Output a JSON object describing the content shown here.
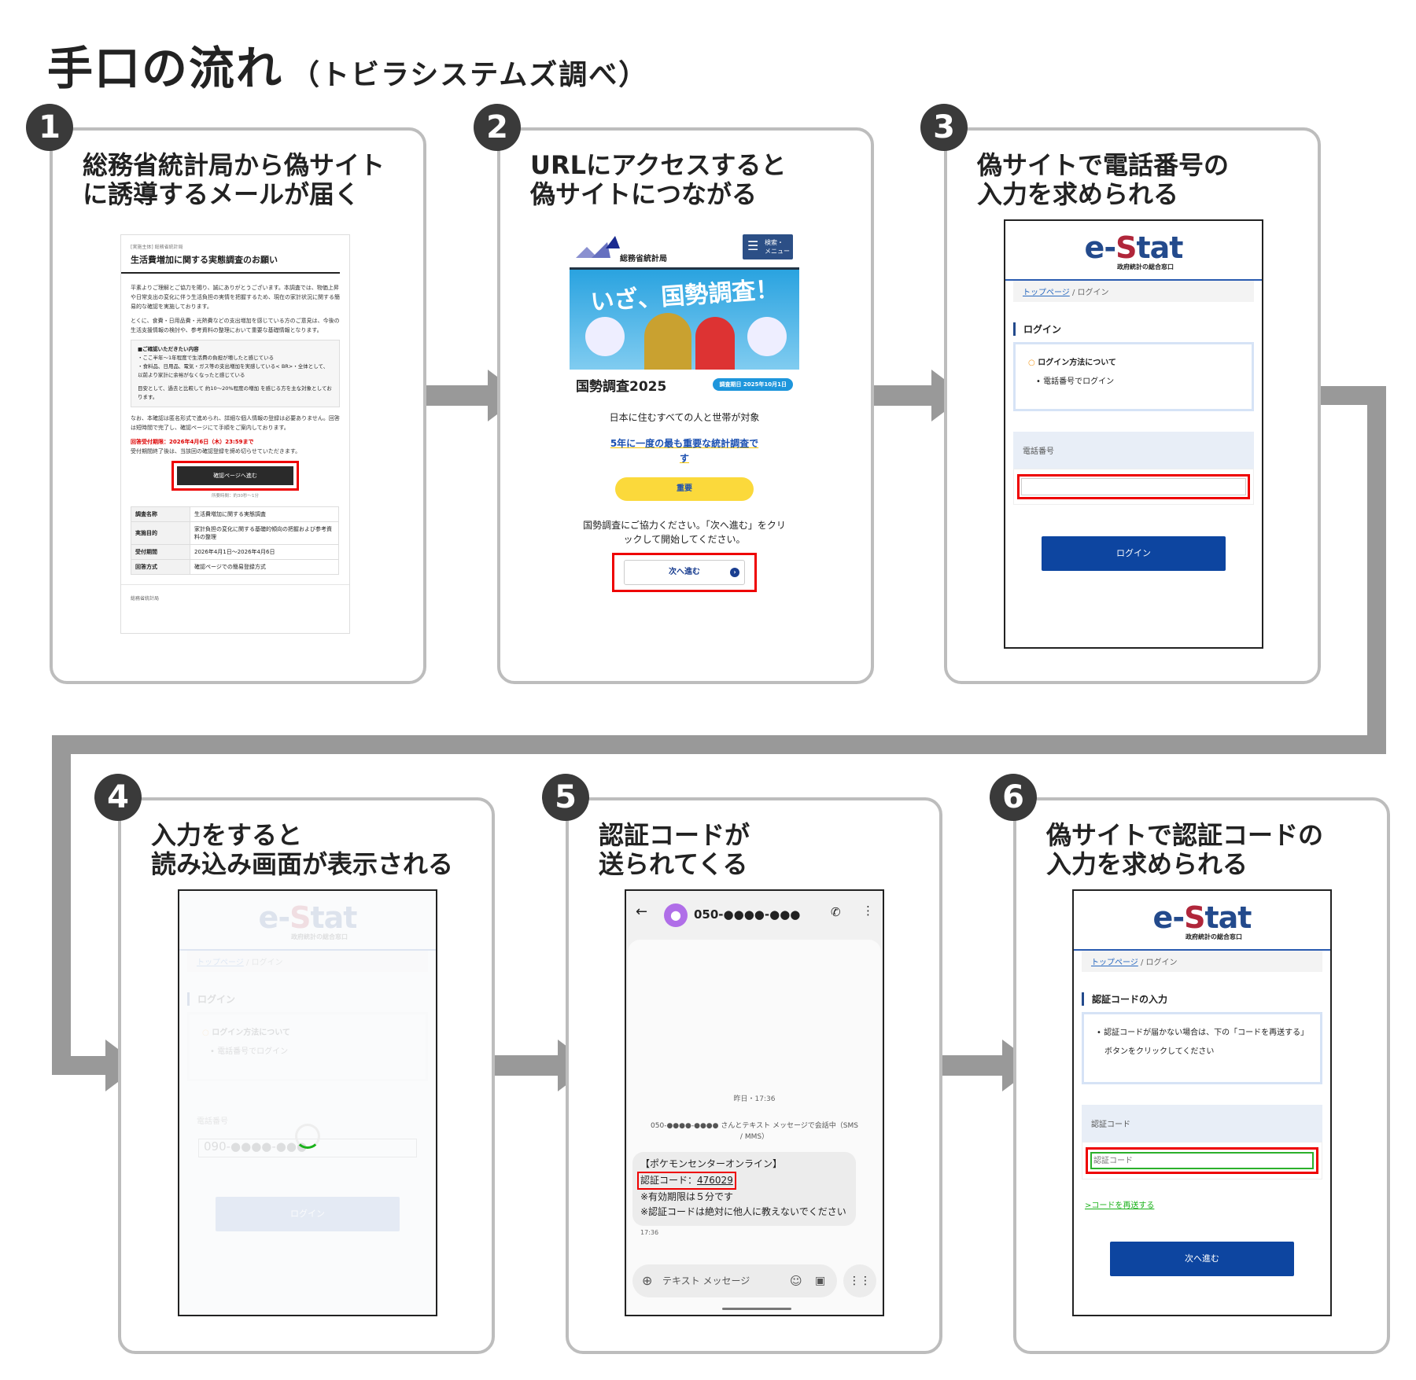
{
  "title": {
    "main": "手口の流れ",
    "sub": "（トビラシステムズ調べ）"
  },
  "colors": {
    "arrow": "#999999",
    "highlight": "#e00000",
    "estat_blue": "#0d45a0",
    "panel_border": "#bdbdbd"
  },
  "panels": [
    {
      "num": "1",
      "title": "総務省統計局から偽サイト\nに誘導するメールが届く"
    },
    {
      "num": "2",
      "title": "URLにアクセスすると\n偽サイトにつながる"
    },
    {
      "num": "3",
      "title": "偽サイトで電話番号の\n入力を求められる"
    },
    {
      "num": "4",
      "title": "入力をすると\n読み込み画面が表示される"
    },
    {
      "num": "5",
      "title": "認証コードが\n送られてくる"
    },
    {
      "num": "6",
      "title": "偽サイトで認証コードの\n入力を求められる"
    }
  ],
  "email": {
    "sender": "[実施主体] 総務省統計局",
    "subject": "生活費増加に関する実態調査のお願い",
    "p1": "平素よりご理解とご協力を賜り、誠にありがとうございます。本調査では、物価上昇や日常支出の変化に伴う生活負担の実情を把握するため、現在の家計状況に関する簡易的な確認を実施しております。",
    "p2": "とくに、食費・日用品費・光熱費などの支出増加を感じている方のご意見は、今後の生活支援情報の検討や、参考資料の整理において重要な基礎情報となります。",
    "box_title": "■ご確認いただきたい内容",
    "box_1": "・ここ半年〜1年程度で生活費の負担が増したと感じている",
    "box_2": "・食料品、日用品、電気・ガス等の支出増加を実感している< BR>・全体として、以前より家計に余裕がなくなったと感じている",
    "box_3": "目安として、過去と比較して 約10〜20%程度の増加 を感じる方を主な対象としております。",
    "p3": "なお、本確認は匿名形式で進められ、詳細な個人情報の登録は必要ありません。回答は短時間で完了し、確認ページにて手順をご案内しております。",
    "deadline": "回答受付期限：2026年4月6日（木）23:59まで",
    "p4": "受付期間終了後は、当該回の確認登録を締め切らせていただきます。",
    "button": "確認ページへ進む",
    "duration": "所要時間：約30秒〜1分",
    "table": [
      [
        "調査名称",
        "生活費増加に関する実態調査"
      ],
      [
        "実施目的",
        "家計負担の変化に関する基礎的傾向の把握および参考資料の整理"
      ],
      [
        "受付期間",
        "2026年4月1日〜2026年4月6日"
      ],
      [
        "回答方式",
        "確認ページでの簡易登録方式"
      ]
    ],
    "footer": "総務省統計局"
  },
  "site": {
    "org": "総務省統計局",
    "menu": "検索・\nメニュー",
    "banner_headline": "いざ、国勢調査！",
    "banner_logo": "国勢調査2025",
    "banner_date": "調査期日 2025年10月1日",
    "text1": "日本に住むすべての人と世帯が対象",
    "text2": "5年に一度の最も重要な統計調査です",
    "badge": "重要",
    "text3": "国勢調査にご協力ください。「次へ進む」をクリックして開始してください。",
    "next": "次へ進む"
  },
  "estat": {
    "logo_e": "e-",
    "logo_s": "S",
    "logo_tat": "tat",
    "logo_sub": "政府統計の総合窓口",
    "crumb_link": "トップページ",
    "crumb_sep": " / ",
    "crumb_current": "ログイン"
  },
  "login": {
    "heading": "ログイン",
    "info_title": "ログイン方法について",
    "info_item": "電話番号でログイン",
    "field_label": "電話番号",
    "field_value": "",
    "button": "ログイン"
  },
  "loading": {
    "field_value": "090-●●●●-●●●"
  },
  "sms": {
    "contact": "050-●●●●-●●●",
    "date": "昨日・17:36",
    "notice": "050-●●●●-●●●● さんとテキスト メッセージで会話中（SMS / MMS）",
    "line1": "【ポケモンセンターオンライン】",
    "code_label": "認証コード：",
    "code": "476029",
    "line3": "※有効期限は５分です",
    "line4": "※認証コードは絶対に他人に教えないでください",
    "time": "17:36",
    "input_placeholder": "テキスト メッセージ"
  },
  "verify": {
    "heading": "認証コードの入力",
    "info": "認証コードが届かない場合は、下の「コードを再送する」ボタンをクリックしてください",
    "field_label": "認証コード",
    "placeholder": "認証コード",
    "resend": ">コードを再送する",
    "button": "次へ進む"
  }
}
